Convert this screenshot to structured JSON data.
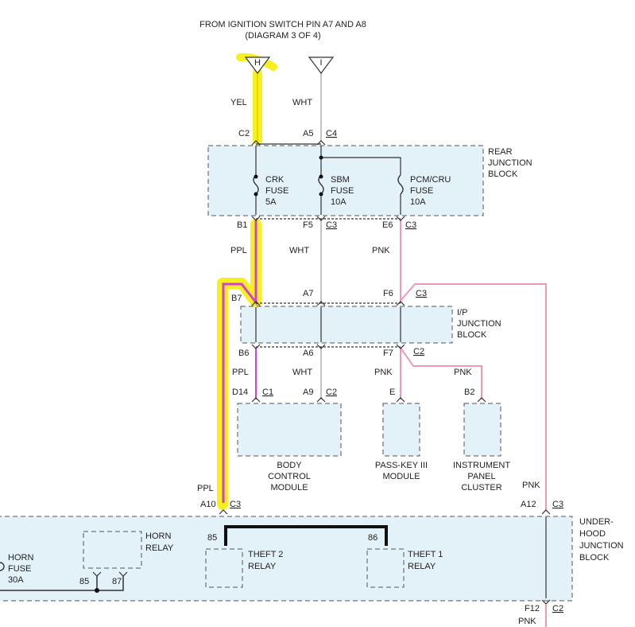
{
  "header": {
    "line1": "FROM IGNITION SWITCH PIN A7 AND A8",
    "line2": "(DIAGRAM 3 OF 4)"
  },
  "connectors": {
    "h": "H",
    "i": "I"
  },
  "wire_labels": {
    "yel": "YEL",
    "wht_top": "WHT",
    "ppl_mid": "PPL",
    "wht_mid": "WHT",
    "pnk_mid": "PNK",
    "ppl_low": "PPL",
    "wht_low": "WHT",
    "pnk_low": "PNK",
    "pnk_ipc": "PNK",
    "ppl_left": "PPL",
    "pnk_right": "PNK",
    "pnk_bottom": "PNK"
  },
  "pins": {
    "c2_top": "C2",
    "a5": "A5",
    "c4": "C4",
    "b1": "B1",
    "f5": "F5",
    "c3_f5": "C3",
    "e6": "E6",
    "c3_e6": "C3",
    "b7": "B7",
    "a7": "A7",
    "f6": "F6",
    "c3_f6": "C3",
    "b6": "B6",
    "a6": "A6",
    "f7": "F7",
    "c2_f7": "C2",
    "d14": "D14",
    "c1": "C1",
    "a9": "A9",
    "c2_a9": "C2",
    "e": "E",
    "b2": "B2",
    "a10": "A10",
    "c3_a10": "C3",
    "a12": "A12",
    "c3_a12": "C3",
    "p85_theft2": "85",
    "p86_theft1": "86",
    "p85_horn": "85",
    "p87_horn": "87",
    "f12": "F12",
    "c2_f12": "C2"
  },
  "blocks": {
    "rear_junction": [
      "REAR",
      "JUNCTION",
      "BLOCK"
    ],
    "ip_junction": [
      "I/P",
      "JUNCTION",
      "BLOCK"
    ],
    "underhood_junction": [
      "UNDER-",
      "HOOD",
      "JUNCTION",
      "BLOCK"
    ]
  },
  "fuses": {
    "crk": [
      "CRK",
      "FUSE",
      "5A"
    ],
    "sbm": [
      "SBM",
      "FUSE",
      "10A"
    ],
    "pcm": [
      "PCM/CRU",
      "FUSE",
      "10A"
    ],
    "horn": [
      "HORN",
      "FUSE",
      "30A"
    ]
  },
  "modules": {
    "bcm": [
      "BODY",
      "CONTROL",
      "MODULE"
    ],
    "passkey": [
      "PASS-KEY III",
      "MODULE"
    ],
    "ipc": [
      "INSTRUMENT",
      "PANEL",
      "CLUSTER"
    ]
  },
  "relays": {
    "horn": [
      "HORN",
      "RELAY"
    ],
    "theft2": [
      "THEFT 2",
      "RELAY"
    ],
    "theft1": [
      "THEFT 1",
      "RELAY"
    ]
  },
  "colors": {
    "block_fill": "#e3f1f8",
    "highlight_yellow": "#f6f020",
    "wire_ppl": "#d43fd4",
    "wire_pnk": "#ec9ab8",
    "wire_wht": "#c4c4c4"
  }
}
